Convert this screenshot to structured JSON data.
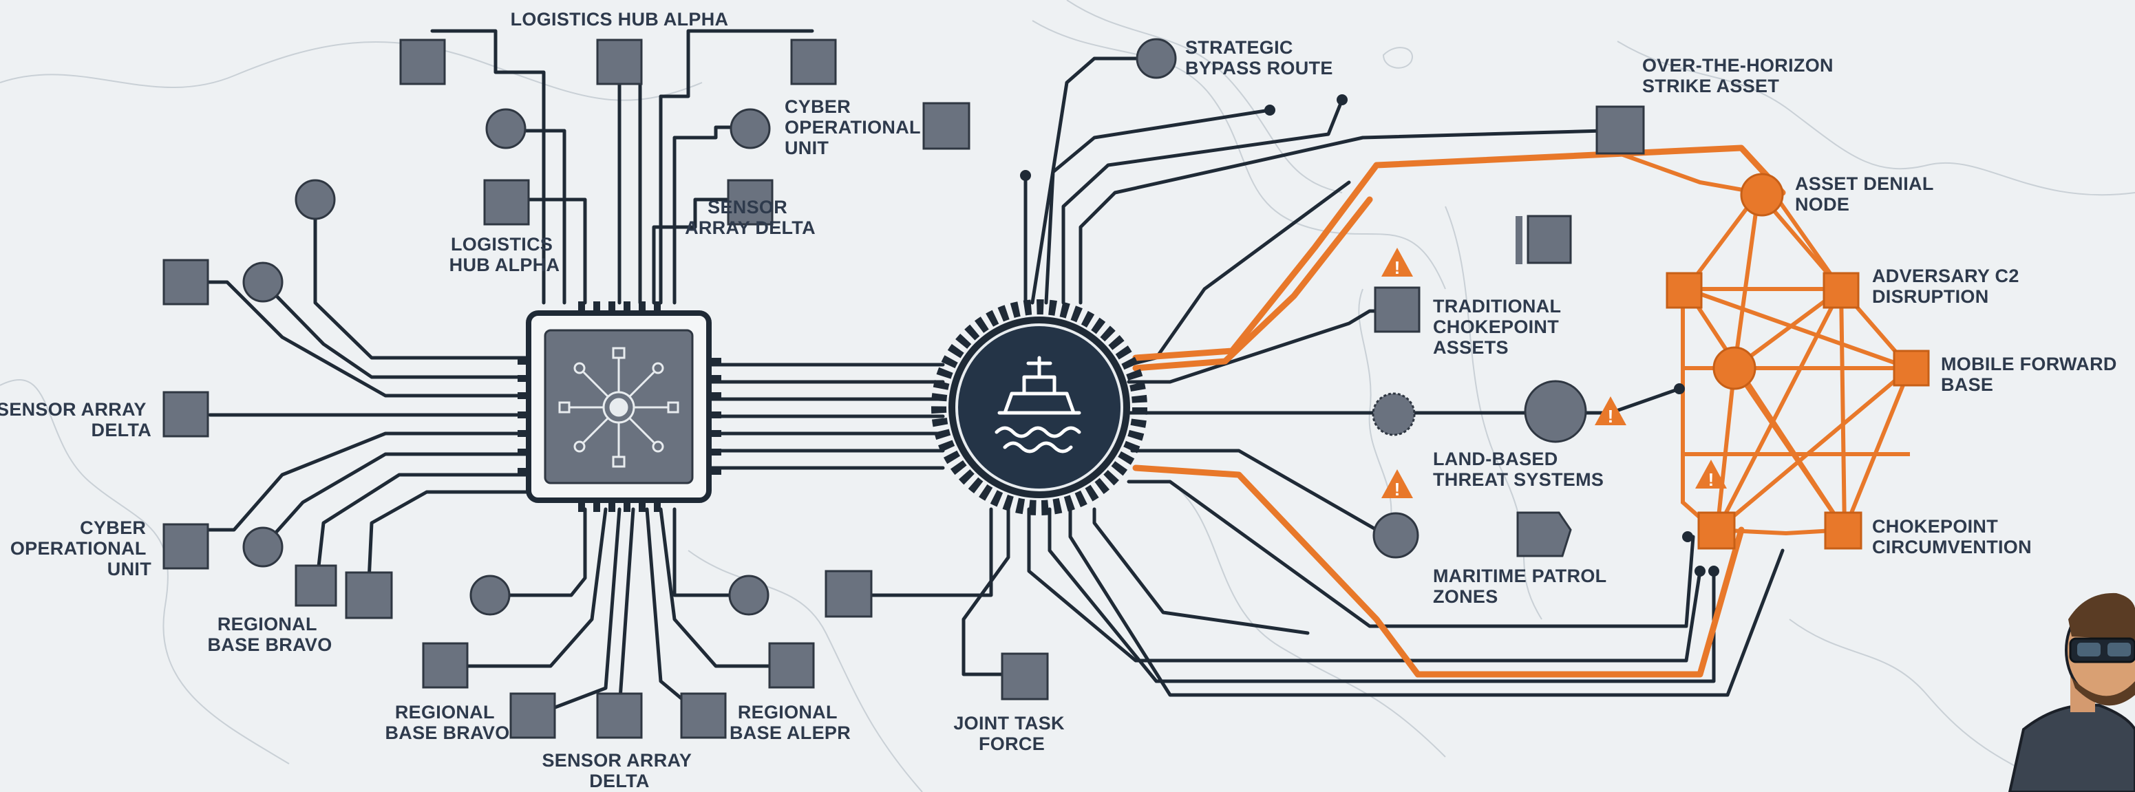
{
  "diagram": {
    "labels": {
      "logistics_hub_alpha_top": "LOGISTICS HUB ALPHA",
      "logistics_hub_alpha_inner": [
        "LOGISTICS",
        "HUB ALPHA"
      ],
      "sensor_array_delta_inner": [
        "SENSOR",
        "ARRAY DELTA"
      ],
      "cyber_operational_unit_top": [
        "CYBER",
        "OPERATIONAL",
        "UNIT"
      ],
      "sensor_array_delta_left": [
        "SENSOR ARRAY",
        "DELTA"
      ],
      "cyber_operational_unit_left": [
        "CYBER",
        "OPERATIONAL",
        "UNIT"
      ],
      "regional_base_bravo_left": [
        "REGIONAL",
        "BASE BRAVO"
      ],
      "regional_base_bravo_bottom": [
        "REGIONAL",
        "BASE BRAVO"
      ],
      "sensor_array_delta_bottom": [
        "SENSOR ARRAY",
        "DELTA"
      ],
      "regional_base_alepr": [
        "REGIONAL",
        "BASE ALEPR"
      ],
      "joint_task_force": [
        "JOINT TASK",
        "FORCE"
      ],
      "strategic_bypass_route": [
        "STRATEGIC",
        "BYPASS ROUTE"
      ],
      "over_the_horizon_strike_asset": [
        "OVER-THE-HORIZON",
        "STRIKE ASSET"
      ],
      "asset_denial_node": [
        "ASSET DENIAL",
        "NODE"
      ],
      "adversary_c2_disruption": [
        "ADVERSARY C2",
        "DISRUPTION"
      ],
      "mobile_forward_base": [
        "MOBILE FORWARD",
        "BASE"
      ],
      "chokepoint_circumvention": [
        "CHOKEPOINT",
        "CIRCUMVENTION"
      ],
      "traditional_chokepoint_assets": [
        "TRADITIONAL",
        "CHOKEPOINT",
        "ASSETS"
      ],
      "land_based_threat_systems": [
        "LAND-BASED",
        "THREAT SYSTEMS"
      ],
      "maritime_patrol_zones": [
        "MARITIME PATROL",
        "ZONES"
      ]
    },
    "icons": {
      "central_processor": "network-hub-icon",
      "maritime_hub": "ship-icon",
      "warnings": "warning-triangle-icon",
      "avatar": "soldier-avatar"
    },
    "colors": {
      "background": "#eef1f3",
      "wire": "#1f2a36",
      "node": "#6a727f",
      "accent": "#e8782a",
      "label": "#2e3a4c"
    }
  }
}
